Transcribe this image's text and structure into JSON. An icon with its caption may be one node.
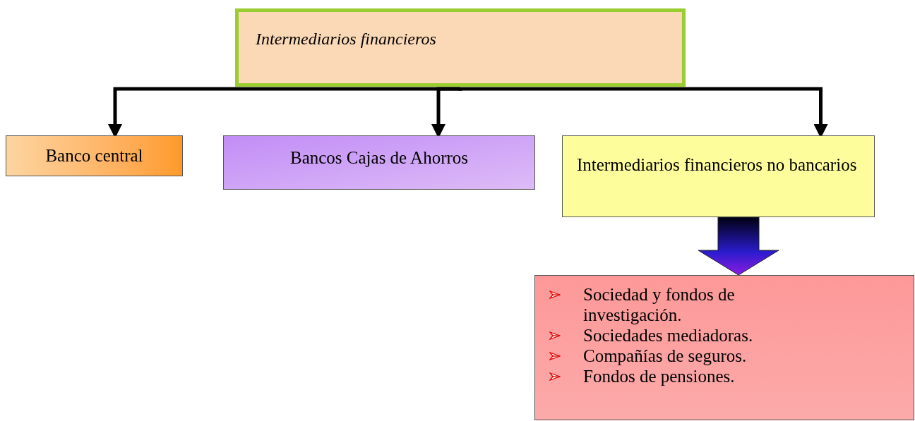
{
  "diagram": {
    "nodes": [
      {
        "text": [
          "Intermediarios financieros"
        ]
      },
      {
        "text": [
          "Banco central"
        ]
      },
      {
        "text": [
          "Bancos Cajas de Ahorros"
        ]
      },
      {
        "text": [
          "Intermediarios financieros no bancarios"
        ]
      },
      {
        "text": [
          "Sociedad y fondos de investigación.",
          "Sociedades mediadoras.",
          "Compañías de seguros.",
          "Fondos de pensiones."
        ]
      }
    ],
    "edges": [
      {
        "from": 0,
        "to": 1,
        "arrow": "to"
      },
      {
        "from": 0,
        "to": 2,
        "arrow": "to"
      },
      {
        "from": 0,
        "to": 3,
        "arrow": "to"
      },
      {
        "from": 3,
        "to": 4,
        "arrow": "to",
        "style": "thick",
        "color": "#2a1ccc"
      }
    ]
  }
}
